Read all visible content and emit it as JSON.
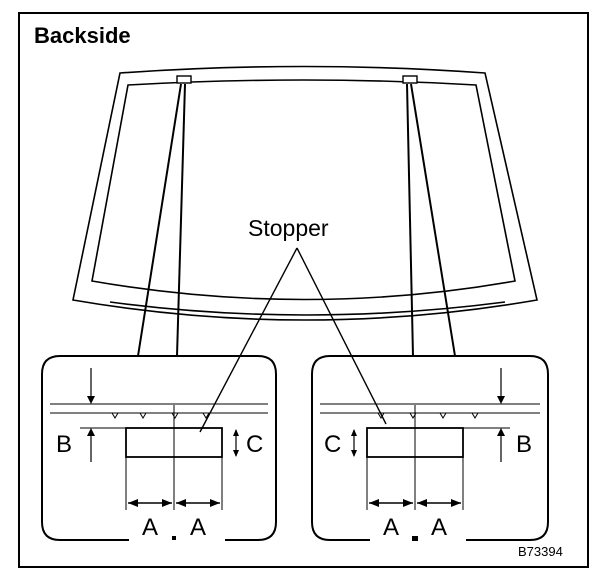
{
  "title": "Backside",
  "callout": "Stopper",
  "left_detail": {
    "label_a1": "A",
    "label_a2": "A",
    "label_b": "B",
    "label_c": "C"
  },
  "right_detail": {
    "label_a1": "A",
    "label_a2": "A",
    "label_b": "B",
    "label_c": "C"
  },
  "reference_code": "B73394"
}
